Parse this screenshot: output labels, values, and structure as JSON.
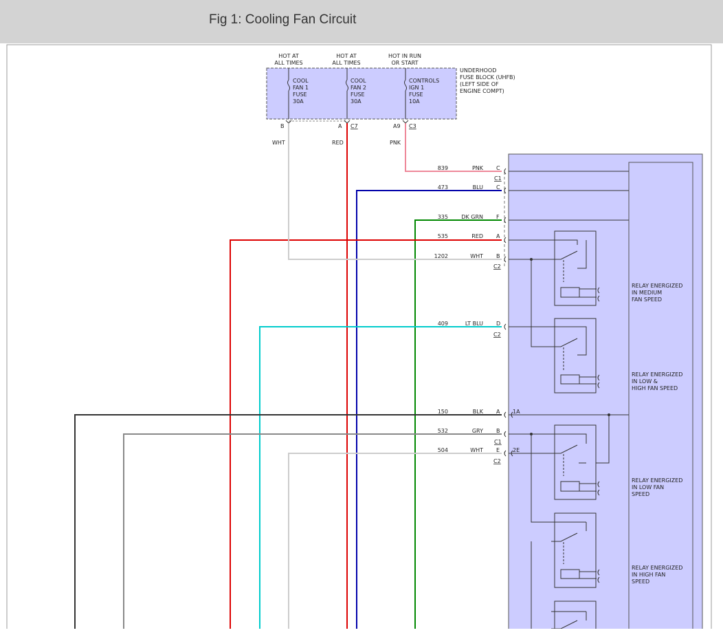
{
  "title": "Fig 1: Cooling Fan Circuit",
  "colors": {
    "box_fill": "#ccccff",
    "wire_red": "#dd0000",
    "wire_blue": "#0000aa",
    "wire_green": "#008800",
    "wire_pink": "#ee8899",
    "wire_cyan": "#00cccc",
    "wire_gray": "#888888",
    "wire_white": "#cccccc",
    "wire_black": "#333333"
  },
  "fuse_block": {
    "label": [
      "UNDERHOOD",
      "FUSE BLOCK (UHFB)",
      "(LEFT SIDE OF",
      "ENGINE COMPT)"
    ],
    "headers": [
      [
        "HOT AT",
        "ALL TIMES"
      ],
      [
        "HOT AT",
        "ALL TIMES"
      ],
      [
        "HOT IN RUN",
        "OR START"
      ]
    ],
    "fuses": [
      [
        "COOL",
        "FAN 1",
        "FUSE",
        "30A"
      ],
      [
        "COOL",
        "FAN 2",
        "FUSE",
        "30A"
      ],
      [
        "CONTROLS",
        "IGN 1",
        "FUSE",
        "10A"
      ]
    ],
    "pins": [
      "B",
      "A",
      "C7",
      "A9",
      "C3"
    ],
    "wire_colors": [
      "WHT",
      "RED",
      "PNK"
    ]
  },
  "wires": [
    {
      "circuit": "839",
      "color": "PNK",
      "pin": "C",
      "conn": "C1"
    },
    {
      "circuit": "473",
      "color": "BLU",
      "pin": "C",
      "conn": ""
    },
    {
      "circuit": "335",
      "color": "DK GRN",
      "pin": "F",
      "conn": ""
    },
    {
      "circuit": "535",
      "color": "RED",
      "pin": "A",
      "conn": ""
    },
    {
      "circuit": "1202",
      "color": "WHT",
      "pin": "B",
      "conn": "C2"
    },
    {
      "circuit": "409",
      "color": "LT BLU",
      "pin": "D",
      "conn": "C2"
    },
    {
      "circuit": "150",
      "color": "BLK",
      "pin": "A",
      "conn": ""
    },
    {
      "circuit": "532",
      "color": "GRY",
      "pin": "B",
      "conn": "C1"
    },
    {
      "circuit": "504",
      "color": "WHT",
      "pin": "E",
      "conn": "C2"
    }
  ],
  "splice_labels": [
    "1A",
    "2E"
  ],
  "relays": [
    [
      "RELAY ENERGIZED",
      "IN MEDIUM",
      "FAN SPEED"
    ],
    [
      "RELAY ENERGIZED",
      "IN LOW &",
      "HIGH FAN SPEED"
    ],
    [
      "RELAY ENERGIZED",
      "IN LOW FAN",
      "SPEED"
    ],
    [
      "RELAY ENERGIZED",
      "IN HIGH FAN",
      "SPEED"
    ]
  ]
}
